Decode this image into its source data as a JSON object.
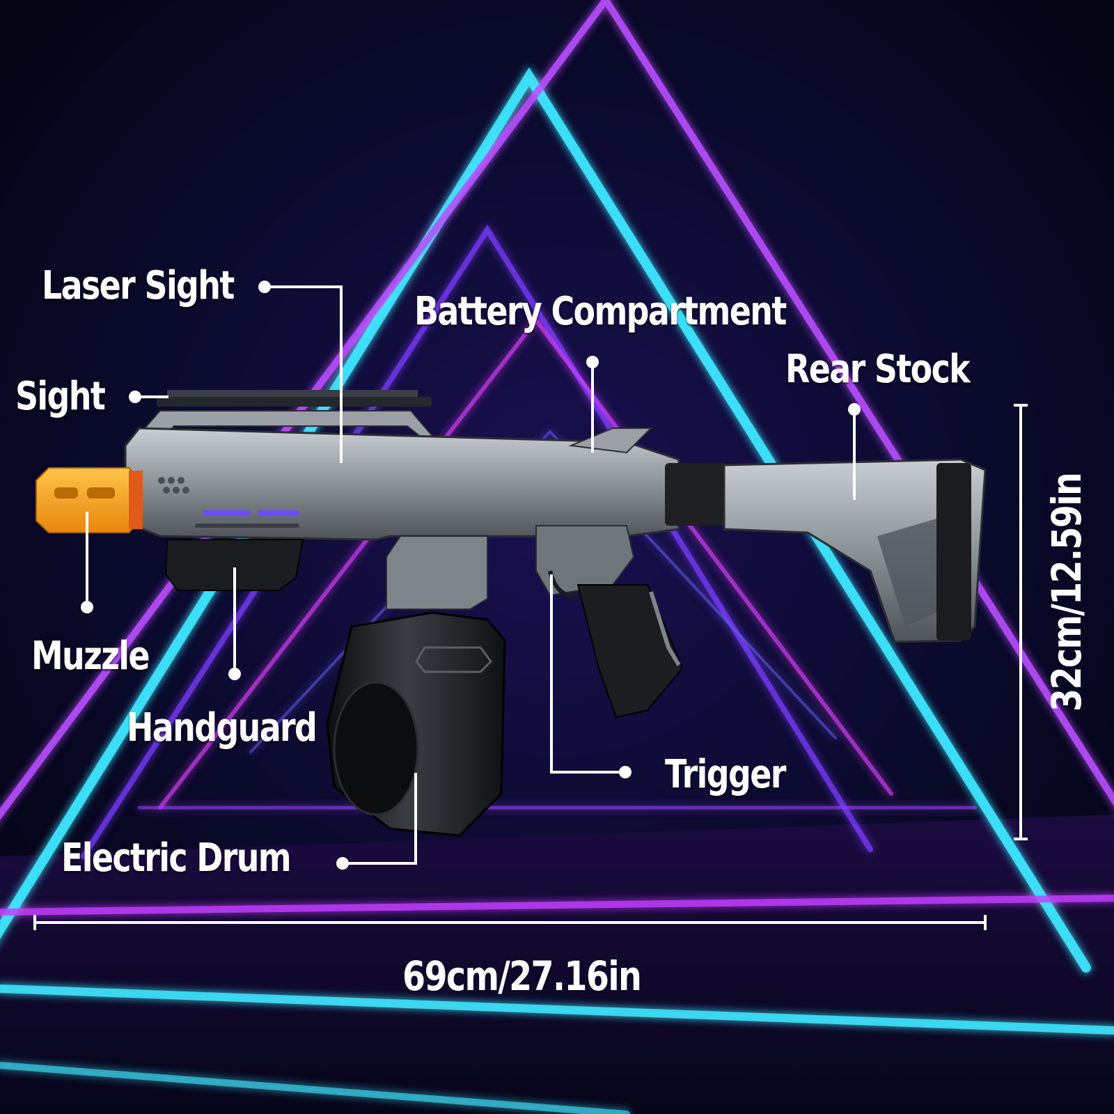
{
  "labels": {
    "laser_sight": "Laser Sight",
    "battery_compartment": "Battery Compartment",
    "sight": "Sight",
    "rear_stock": "Rear Stock",
    "muzzle": "Muzzle",
    "handguard": "Handguard",
    "trigger": "Trigger",
    "electric_drum": "Electric Drum"
  },
  "dimensions": {
    "length": "69cm/27.16in",
    "height": "32cm/12.59in"
  },
  "colors": {
    "background": "#05061a",
    "neon_cyan": "#3fe6ff",
    "neon_purple": "#b84dff",
    "neon_pink": "#e040ff",
    "muzzle_orange": "#f7a21a",
    "body_gray": "#8a9096",
    "dark_parts": "#1c1e22"
  }
}
